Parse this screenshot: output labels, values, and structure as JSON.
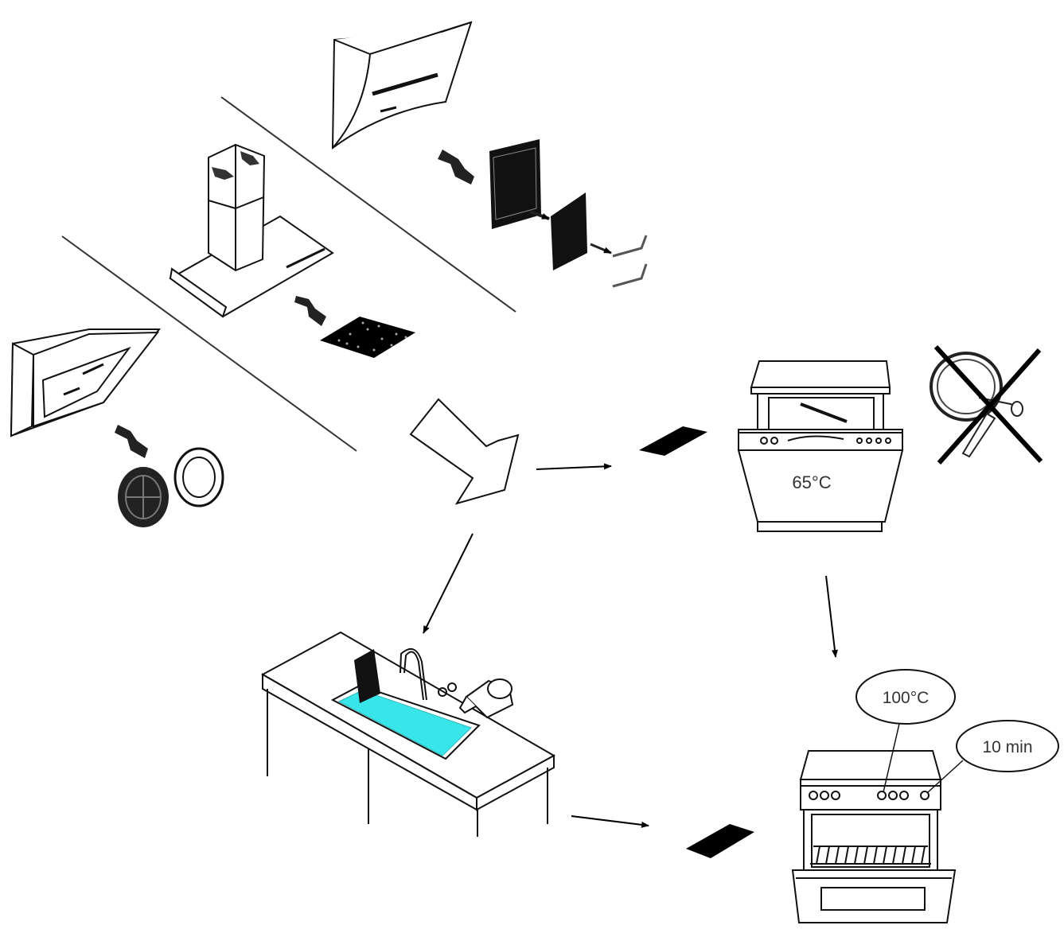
{
  "labels": {
    "dishwasher_temp": "65°C",
    "oven_temp": "100°C",
    "oven_time": "10 min"
  },
  "colors": {
    "ink": "#000000",
    "soak_water": "#38e6ea",
    "background": "#ffffff"
  },
  "icons": [
    "chimney-hood-icon",
    "angled-hood-icon",
    "pyramid-hood-icon",
    "metal-filter-icon",
    "round-filter-icon",
    "dishwasher-icon",
    "sink-icon",
    "oven-icon",
    "crossed-out-scrubber-icon",
    "flow-arrow-icon"
  ]
}
